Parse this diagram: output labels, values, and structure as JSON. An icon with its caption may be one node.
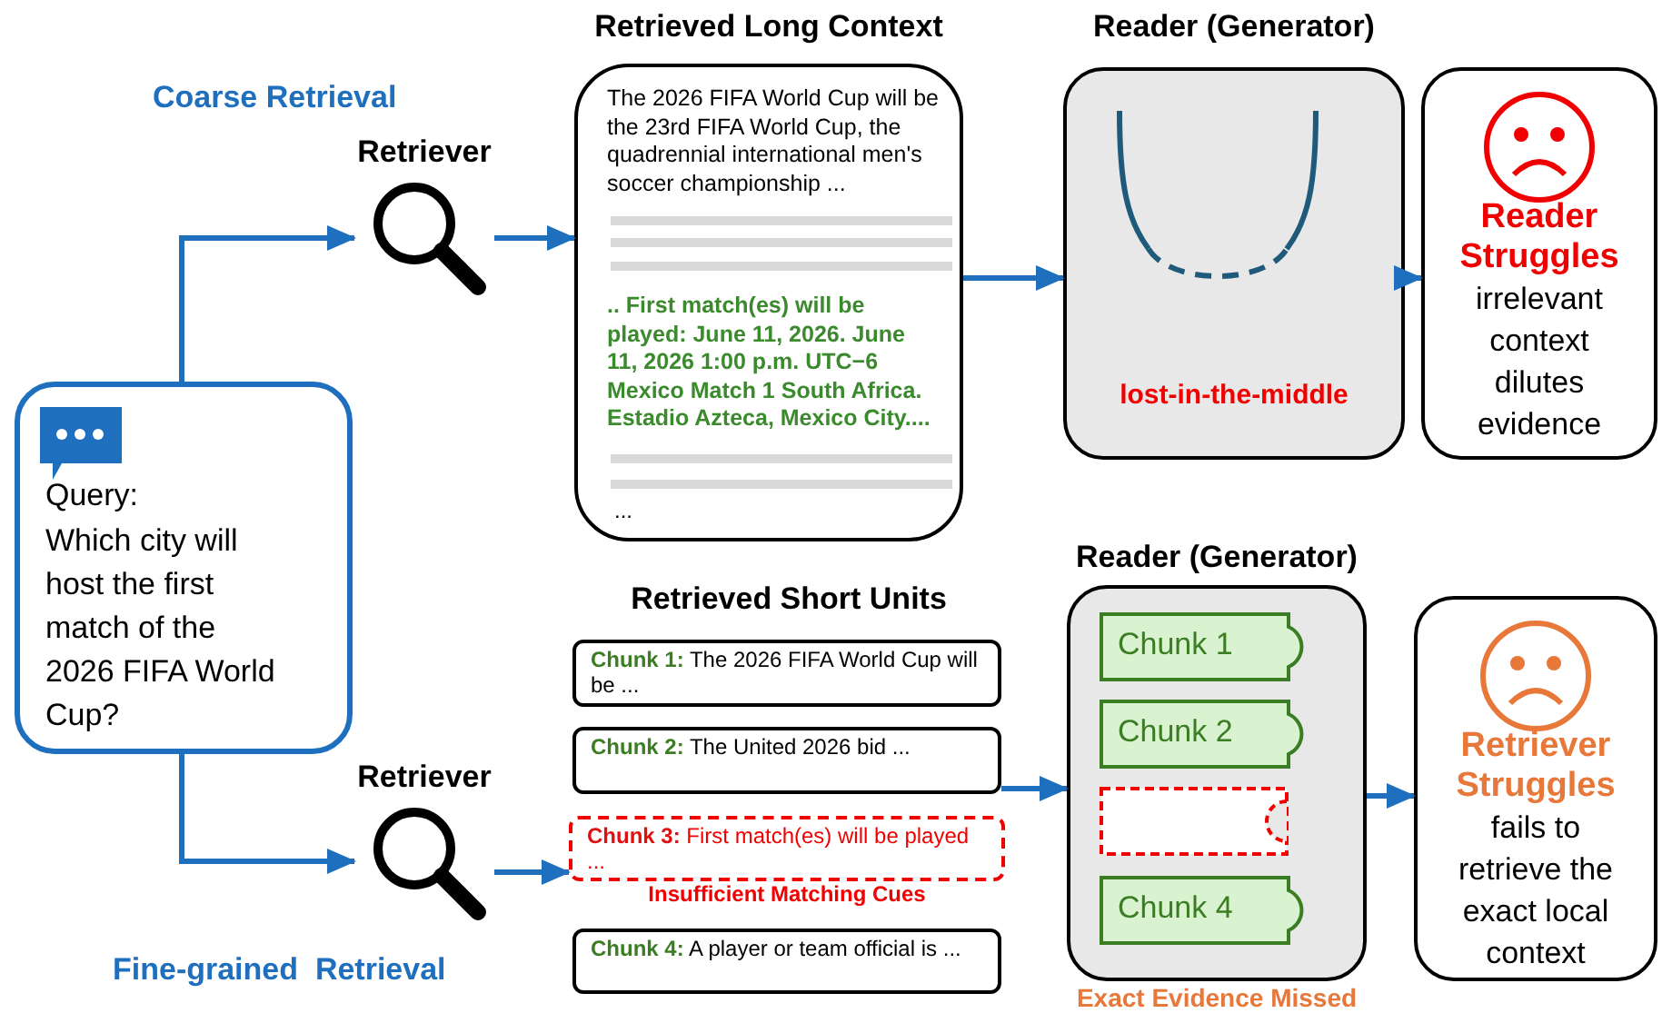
{
  "diagram": {
    "nodes": [
      {
        "text": [
          "Query:",
          "Which city will host the first match of the 2026 FIFA World Cup?"
        ]
      },
      {
        "text": [
          "Retriever"
        ]
      },
      {
        "text": [
          "Retrieved Long Context",
          "The 2026 FIFA World Cup will be the 23rd FIFA World Cup, the quadrennial international men's soccer championship ...",
          ".. First match(es) will be played: June 11, 2026. June 11, 2026 1:00 p.m. UTC−6 Mexico Match 1 South Africa. Estadio Azteca, Mexico City....",
          "..."
        ]
      },
      {
        "text": [
          "Reader (Generator)",
          "lost-in-the-middle"
        ]
      },
      {
        "text": [
          "Reader Struggles",
          "irrelevant context dilutes evidence"
        ]
      },
      {
        "text": [
          "Retriever"
        ]
      },
      {
        "text": [
          "**Chunk 1:** The 2026 FIFA World Cup will be ..."
        ]
      },
      {
        "text": [
          "**Chunk 2:** The United 2026 bid ..."
        ]
      },
      {
        "text": [
          "**Chunk 3:** First match(es) will be played ..."
        ],
        "beside": [
          "Insufficient Matching Cues"
        ]
      },
      {
        "text": [
          "**Chunk 4:** A player or team official is ..."
        ]
      },
      {
        "text": [
          "Reader (Generator)"
        ],
        "beside": [
          "Exact Evidence Missed"
        ]
      },
      {
        "text": [
          "Chunk 1"
        ],
        "in": 10
      },
      {
        "text": [
          "Chunk 2"
        ],
        "in": 10
      },
      {
        "text": [],
        "shape": "box",
        "in": 10
      },
      {
        "text": [
          "Chunk 4"
        ],
        "in": 10
      },
      {
        "text": [
          "Retriever Struggles",
          "fails to retrieve the exact local context"
        ]
      }
    ],
    "edges": [
      {
        "from": 0,
        "to": 1,
        "arrow": "to"
      },
      {
        "from": 0,
        "to": 5,
        "arrow": "to"
      },
      {
        "from": 1,
        "to": 2,
        "arrow": "to"
      },
      {
        "from": 2,
        "to": 3,
        "arrow": "to"
      },
      {
        "from": 3,
        "to": 4,
        "arrow": "to"
      },
      {
        "from": 5,
        "to": 8,
        "arrow": "to"
      },
      {
        "from": 7,
        "to": 10,
        "arrow": "to"
      },
      {
        "from": 10,
        "to": 15,
        "arrow": "to"
      }
    ],
    "labels": [
      "Coarse Retrieval",
      "Retrieved Short Units",
      "Fine-grained  Retrieval"
    ]
  }
}
